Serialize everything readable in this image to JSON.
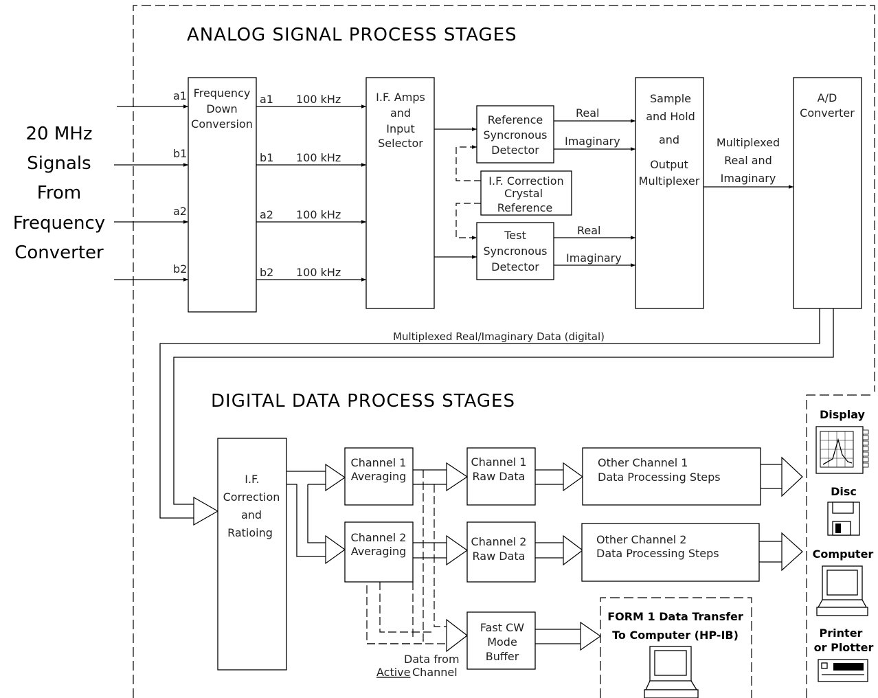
{
  "headers": {
    "analog": "ANALOG SIGNAL PROCESS STAGES",
    "digital": "DIGITAL DATA PROCESS STAGES"
  },
  "source": [
    "20 MHz",
    "Signals",
    "From",
    "Frequency",
    "Converter"
  ],
  "inputs": [
    "a1",
    "b1",
    "a2",
    "b2"
  ],
  "freq_down": [
    "Frequency",
    "Down",
    "Conversion"
  ],
  "outputs": [
    "a1",
    "b1",
    "a2",
    "b2"
  ],
  "freq_label": "100 kHz",
  "if_amps": [
    "I.F. Amps",
    "and",
    "Input",
    "Selector"
  ],
  "ref_detector": [
    "Reference",
    "Syncronous",
    "Detector"
  ],
  "if_crystal": [
    "I.F. Correction",
    "Crystal",
    "Reference"
  ],
  "test_detector": [
    "Test",
    "Syncronous",
    "Detector"
  ],
  "real": "Real",
  "imaginary": "Imaginary",
  "sample_hold": [
    "Sample",
    "and Hold",
    "and",
    "Output",
    "Multiplexer"
  ],
  "mux_label": [
    "Multiplexed",
    "Real and",
    "Imaginary"
  ],
  "ad": [
    "A/D",
    "Converter"
  ],
  "mux_data": "Multiplexed Real/Imaginary Data (digital)",
  "if_corr": [
    "I.F.",
    "Correction",
    "and",
    "Ratioing"
  ],
  "ch1_avg": [
    "Channel 1",
    "Averaging"
  ],
  "ch2_avg": [
    "Channel 2",
    "Averaging"
  ],
  "ch1_raw": [
    "Channel 1",
    "Raw Data"
  ],
  "ch2_raw": [
    "Channel 2",
    "Raw Data"
  ],
  "other1": [
    "Other Channel 1",
    "Data Processing Steps"
  ],
  "other2": [
    "Other Channel 2",
    "Data Processing Steps"
  ],
  "fastcw": [
    "Fast CW",
    "Mode",
    "Buffer"
  ],
  "data_from": [
    "Data from",
    "Active",
    "Channel"
  ],
  "form1": [
    "FORM 1 Data Transfer",
    "To Computer (HP-IB)"
  ],
  "outputs_devices": {
    "display": "Display",
    "disc": "Disc",
    "computer": "Computer",
    "printer": [
      "Printer",
      "or Plotter"
    ]
  }
}
